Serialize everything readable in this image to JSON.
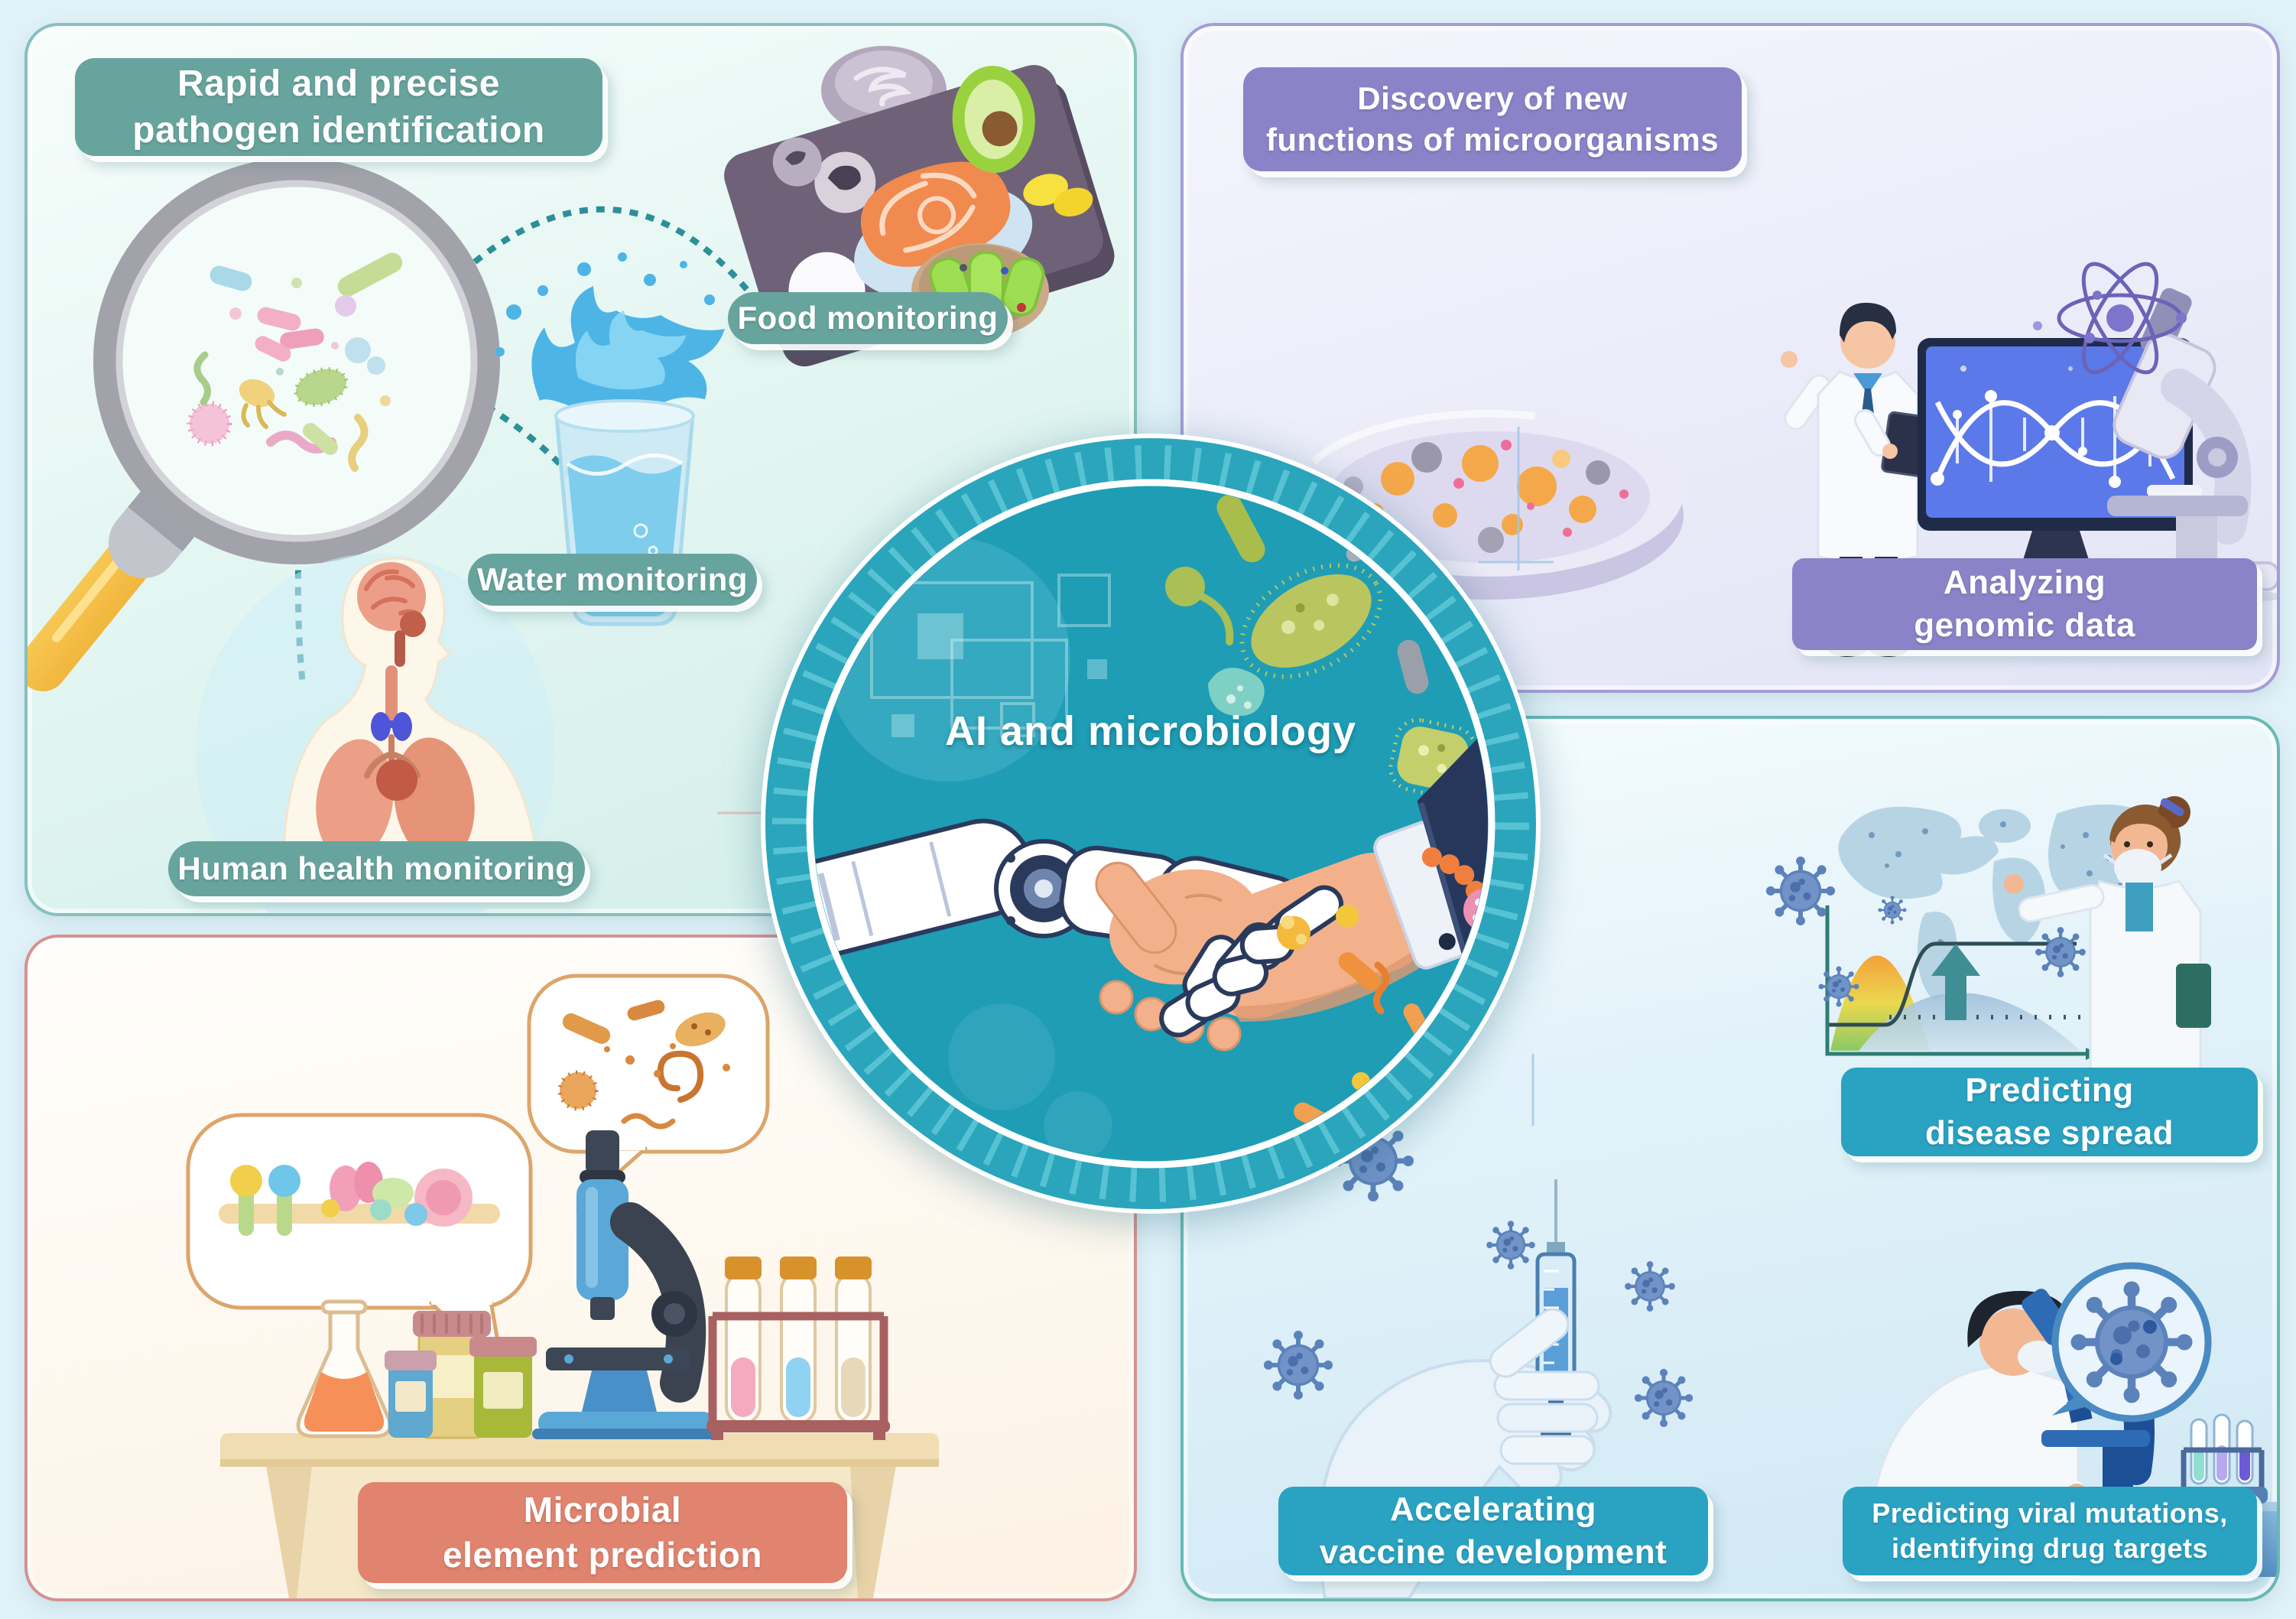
{
  "center": {
    "title": "AI and microbiology"
  },
  "panels": {
    "pathogen_identification": {
      "title": "Rapid and precise\npathogen identification",
      "labels": {
        "food": "Food monitoring",
        "water": "Water monitoring",
        "human": "Human health monitoring"
      }
    },
    "microorganism_discovery": {
      "title": "Discovery of new\nfunctions of microorganisms",
      "labels": {
        "genomic": "Analyzing\ngenomic data"
      }
    },
    "microbial_prediction": {
      "labels": {
        "element": "Microbial\nelement prediction"
      }
    },
    "disease_prediction": {
      "labels": {
        "spread": "Predicting\ndisease spread",
        "vaccine": "Accelerating\nvaccine development",
        "viral": "Predicting viral mutations,\nidentifying drug targets"
      }
    }
  },
  "colors": {
    "page_background": "#e0f1f8",
    "teal_label": "#68a49e",
    "purple_label": "#8a83c8",
    "salmon_label": "#e0836f",
    "blue_label": "#2aa2c2",
    "center_circle": "#1e9db5",
    "connector_dots": "#2d8f99"
  },
  "icons": [
    "magnifier-icon",
    "food-tray-icon",
    "side-plate-icon",
    "bowl-icon",
    "water-glass-icon",
    "human-body-icon",
    "petri-dish-icon",
    "scientist-icon",
    "dna-monitor-icon",
    "microscope-icon",
    "atom-icon",
    "speech-bubble-microbes-icon",
    "speech-bubble-membrane-icon",
    "lab-microscope-icon",
    "flask-icon",
    "reagent-jars-icon",
    "test-tube-rack-icon",
    "lab-table-icon",
    "world-map-icon",
    "epidemic-chart-icon",
    "masked-scientist-icon",
    "virus-icon",
    "syringe-hand-icon",
    "microscope-scientist-icon",
    "virus-magnified-icon",
    "robot-hand-icon",
    "human-hand-icon",
    "handshake-icon"
  ]
}
